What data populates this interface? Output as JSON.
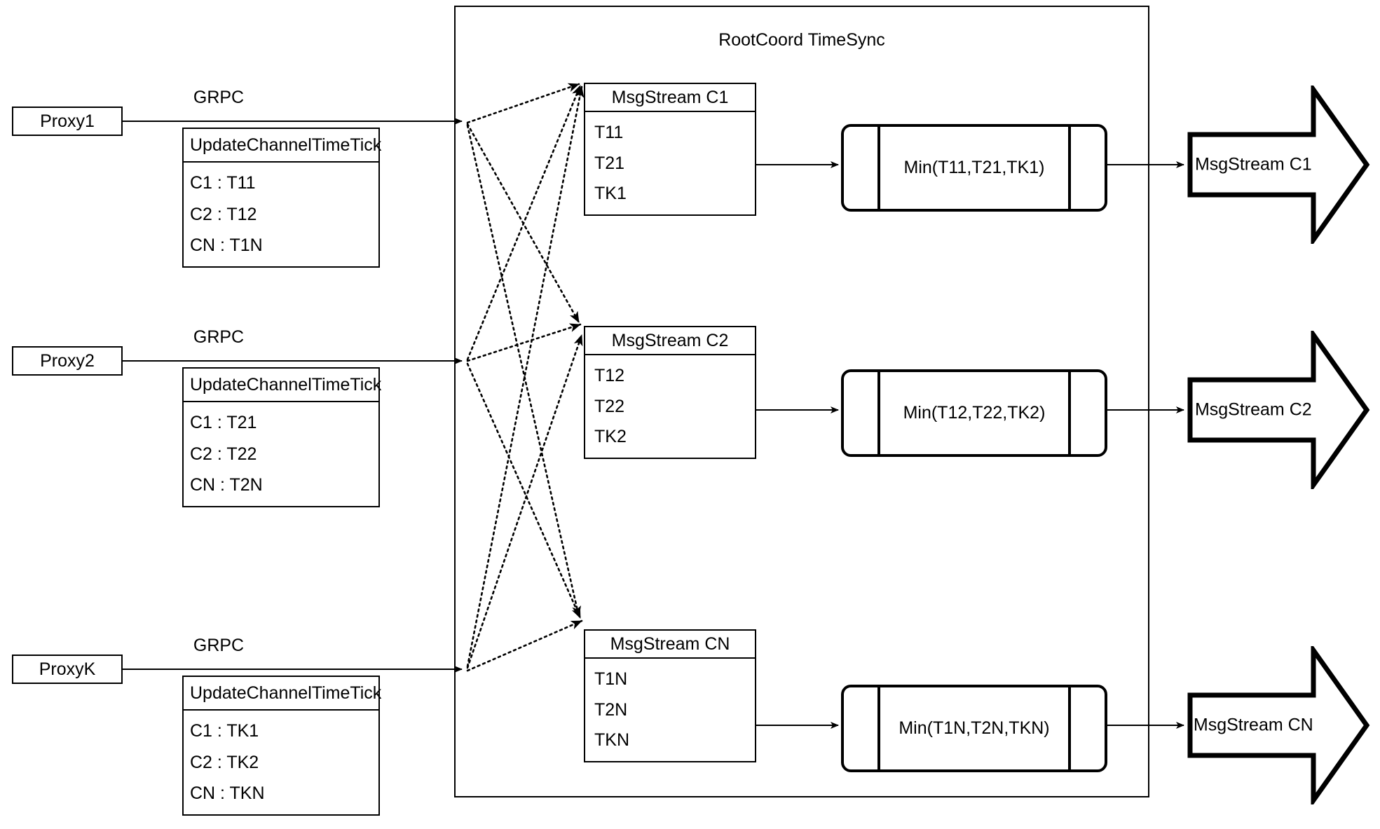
{
  "diagram": {
    "title": "RootCoord TimeSync",
    "colors": {
      "stroke": "#000000",
      "background": "#ffffff",
      "text": "#000000"
    }
  },
  "lanes": [
    {
      "proxy_label": "Proxy1",
      "link_label": "GRPC",
      "request": {
        "title": "UpdateChannelTimeTick",
        "rows": [
          "C1 :  T11",
          "C2 :  T12",
          "CN : T1N"
        ]
      }
    },
    {
      "proxy_label": "Proxy2",
      "link_label": "GRPC",
      "request": {
        "title": "UpdateChannelTimeTick",
        "rows": [
          "C1 :  T21",
          "C2 :  T22",
          "CN : T2N"
        ]
      }
    },
    {
      "proxy_label": "ProxyK",
      "link_label": "GRPC",
      "request": {
        "title": "UpdateChannelTimeTick",
        "rows": [
          "C1 :  TK1",
          "C2 :  TK2",
          "CN : TKN"
        ]
      }
    }
  ],
  "channels": [
    {
      "stream": {
        "title": "MsgStream C1",
        "rows": [
          "T11",
          "T21",
          "TK1"
        ]
      },
      "process_label": "Min(T11,T21,TK1)",
      "output_label": "MsgStream C1"
    },
    {
      "stream": {
        "title": "MsgStream C2",
        "rows": [
          "T12",
          "T22",
          "TK2"
        ]
      },
      "process_label": "Min(T12,T22,TK2)",
      "output_label": "MsgStream C2"
    },
    {
      "stream": {
        "title": "MsgStream CN",
        "rows": [
          "T1N",
          "T2N",
          "TKN"
        ]
      },
      "process_label": "Min(T1N,T2N,TKN)",
      "output_label": "MsgStream CN"
    }
  ]
}
